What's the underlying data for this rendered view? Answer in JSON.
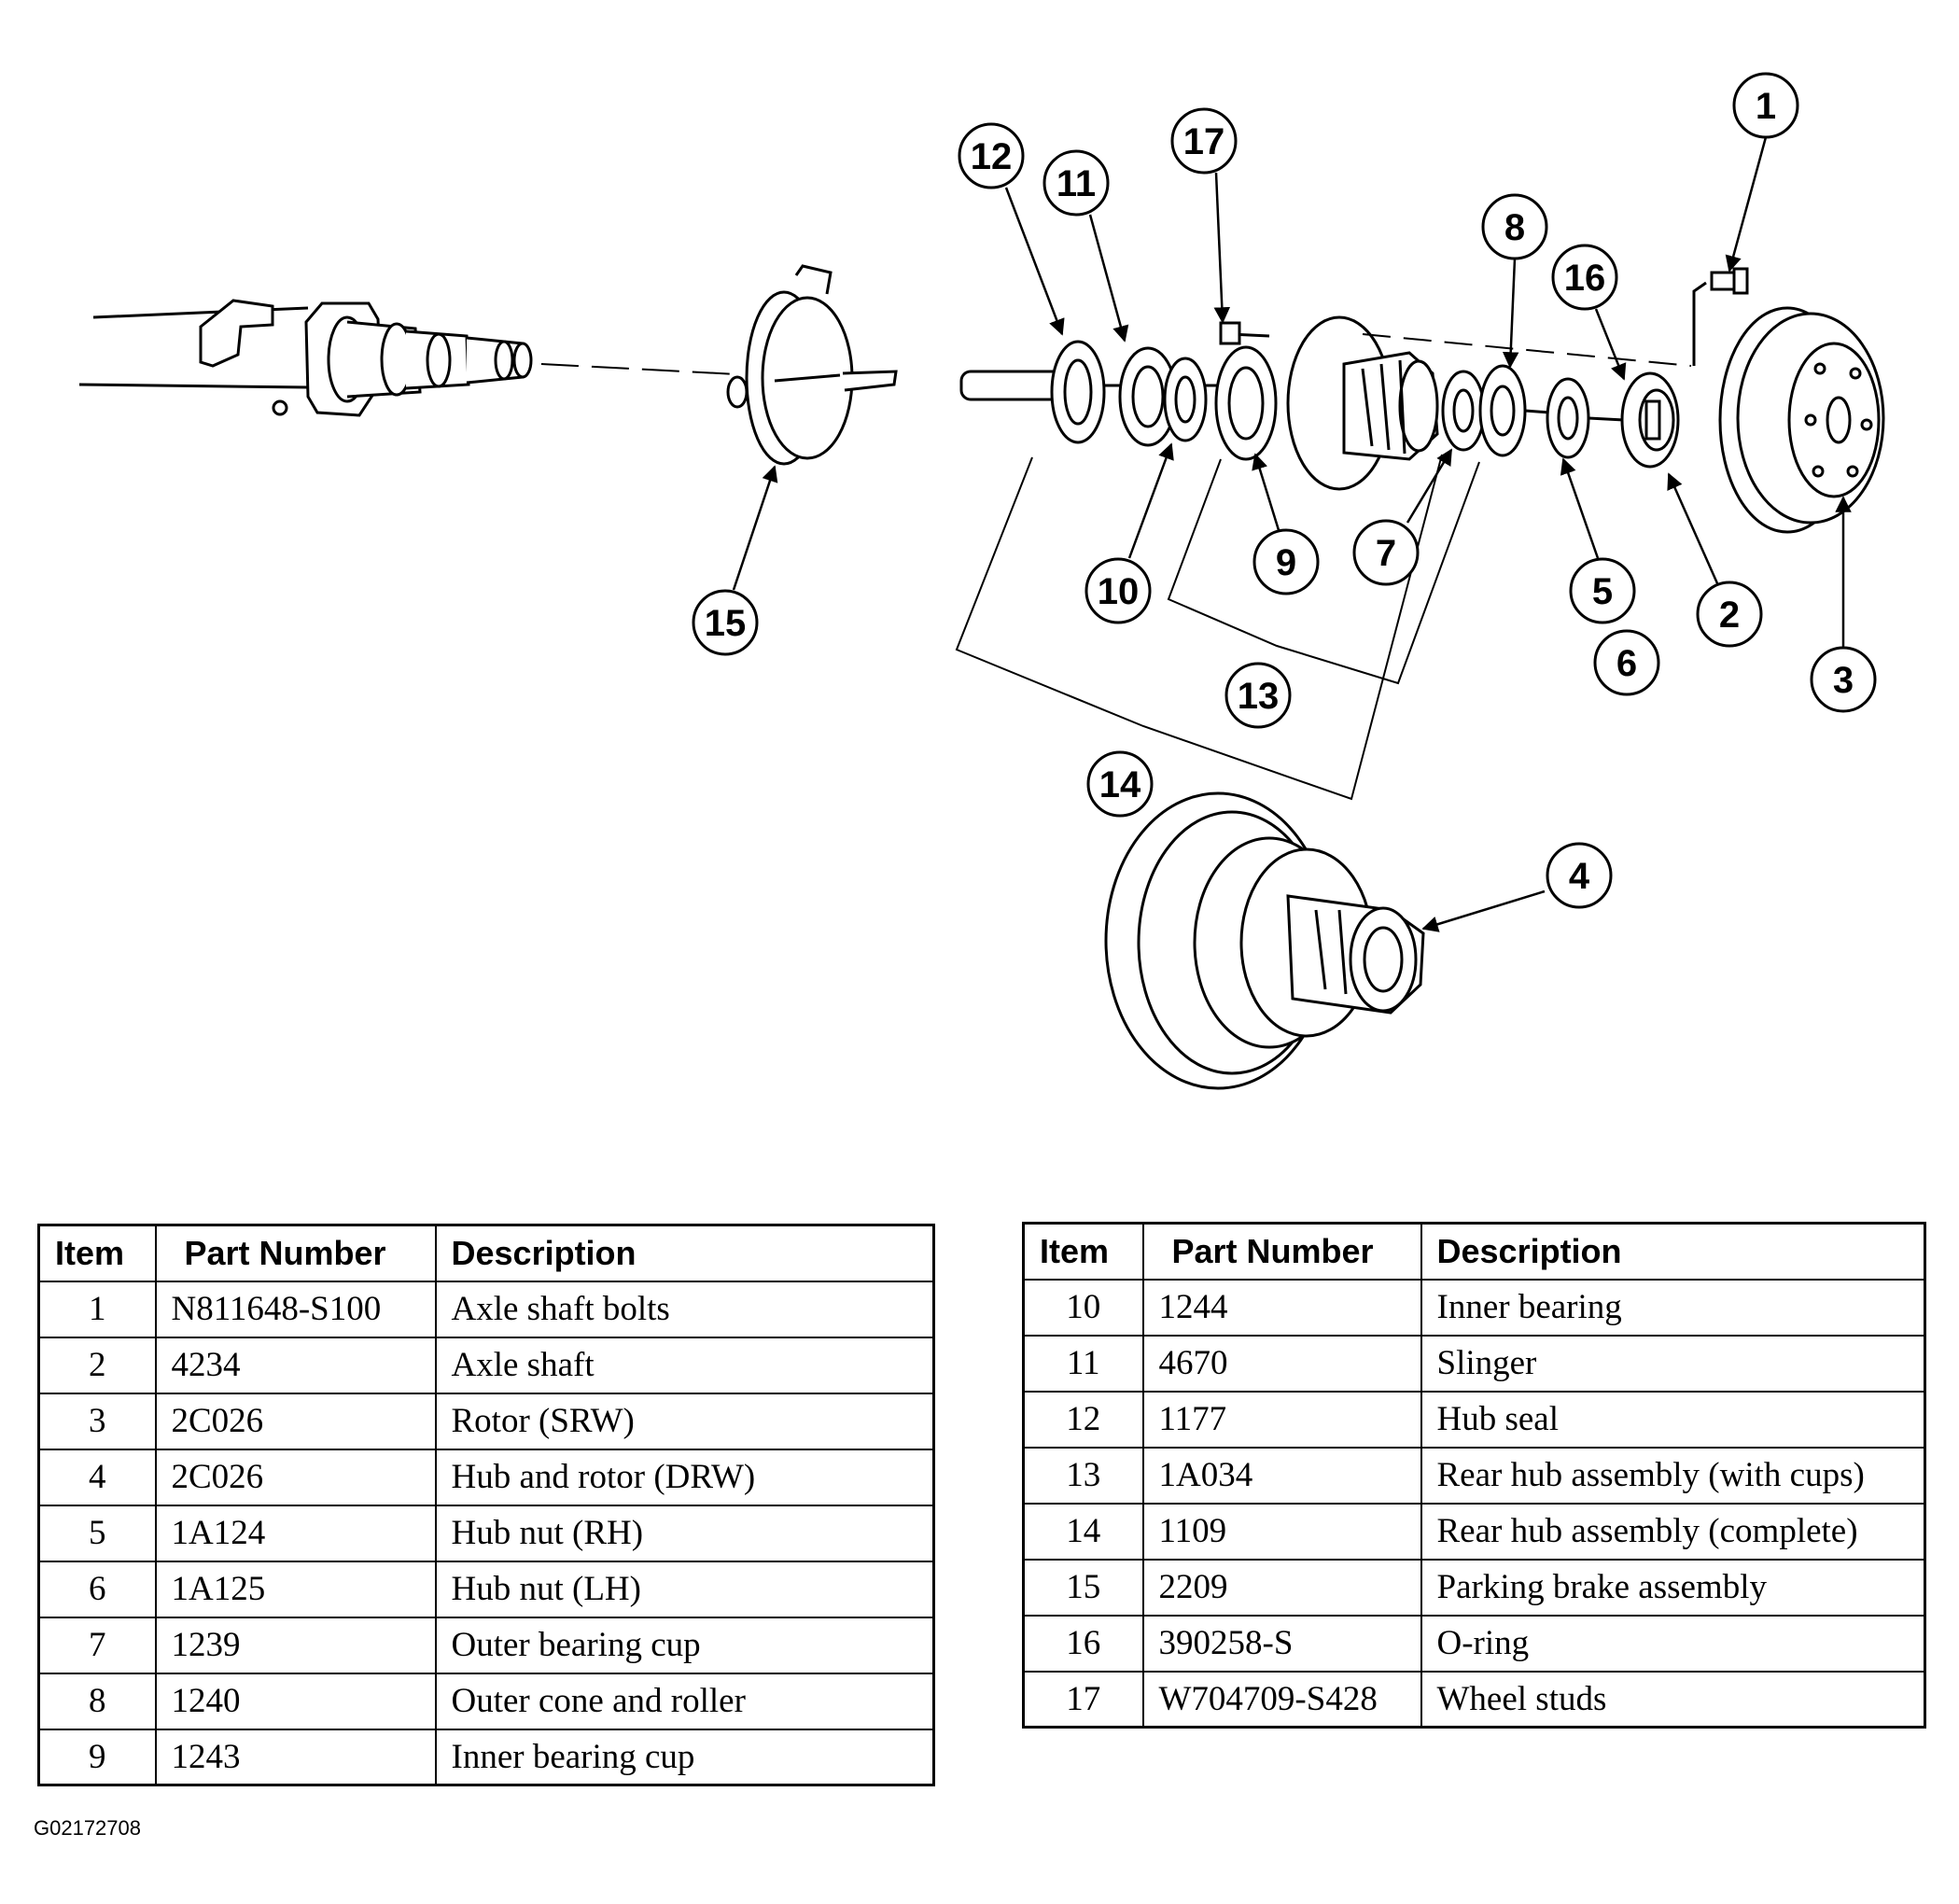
{
  "callouts": [
    "1",
    "2",
    "3",
    "4",
    "5",
    "6",
    "7",
    "8",
    "9",
    "10",
    "11",
    "12",
    "13",
    "14",
    "15",
    "16",
    "17"
  ],
  "table_headers": {
    "item": "Item",
    "part_number": "Part Number",
    "description": "Description"
  },
  "parts_left": [
    {
      "item": "1",
      "part_number": "N811648-S100",
      "description": "Axle shaft bolts"
    },
    {
      "item": "2",
      "part_number": "4234",
      "description": "Axle shaft"
    },
    {
      "item": "3",
      "part_number": "2C026",
      "description": "Rotor (SRW)"
    },
    {
      "item": "4",
      "part_number": "2C026",
      "description": "Hub and rotor (DRW)"
    },
    {
      "item": "5",
      "part_number": "1A124",
      "description": "Hub nut (RH)"
    },
    {
      "item": "6",
      "part_number": "1A125",
      "description": "Hub nut (LH)"
    },
    {
      "item": "7",
      "part_number": "1239",
      "description": "Outer bearing cup"
    },
    {
      "item": "8",
      "part_number": "1240",
      "description": "Outer cone and roller"
    },
    {
      "item": "9",
      "part_number": "1243",
      "description": "Inner bearing cup"
    }
  ],
  "parts_right": [
    {
      "item": "10",
      "part_number": "1244",
      "description": "Inner bearing"
    },
    {
      "item": "11",
      "part_number": "4670",
      "description": "Slinger"
    },
    {
      "item": "12",
      "part_number": "1177",
      "description": "Hub seal"
    },
    {
      "item": "13",
      "part_number": "1A034",
      "description": "Rear hub assembly (with cups)"
    },
    {
      "item": "14",
      "part_number": "1109",
      "description": "Rear hub assembly (complete)"
    },
    {
      "item": "15",
      "part_number": "2209",
      "description": "Parking brake assembly"
    },
    {
      "item": "16",
      "part_number": "390258-S",
      "description": "O-ring"
    },
    {
      "item": "17",
      "part_number": "W704709-S428",
      "description": "Wheel studs"
    }
  ],
  "figure_code": "G02172708"
}
